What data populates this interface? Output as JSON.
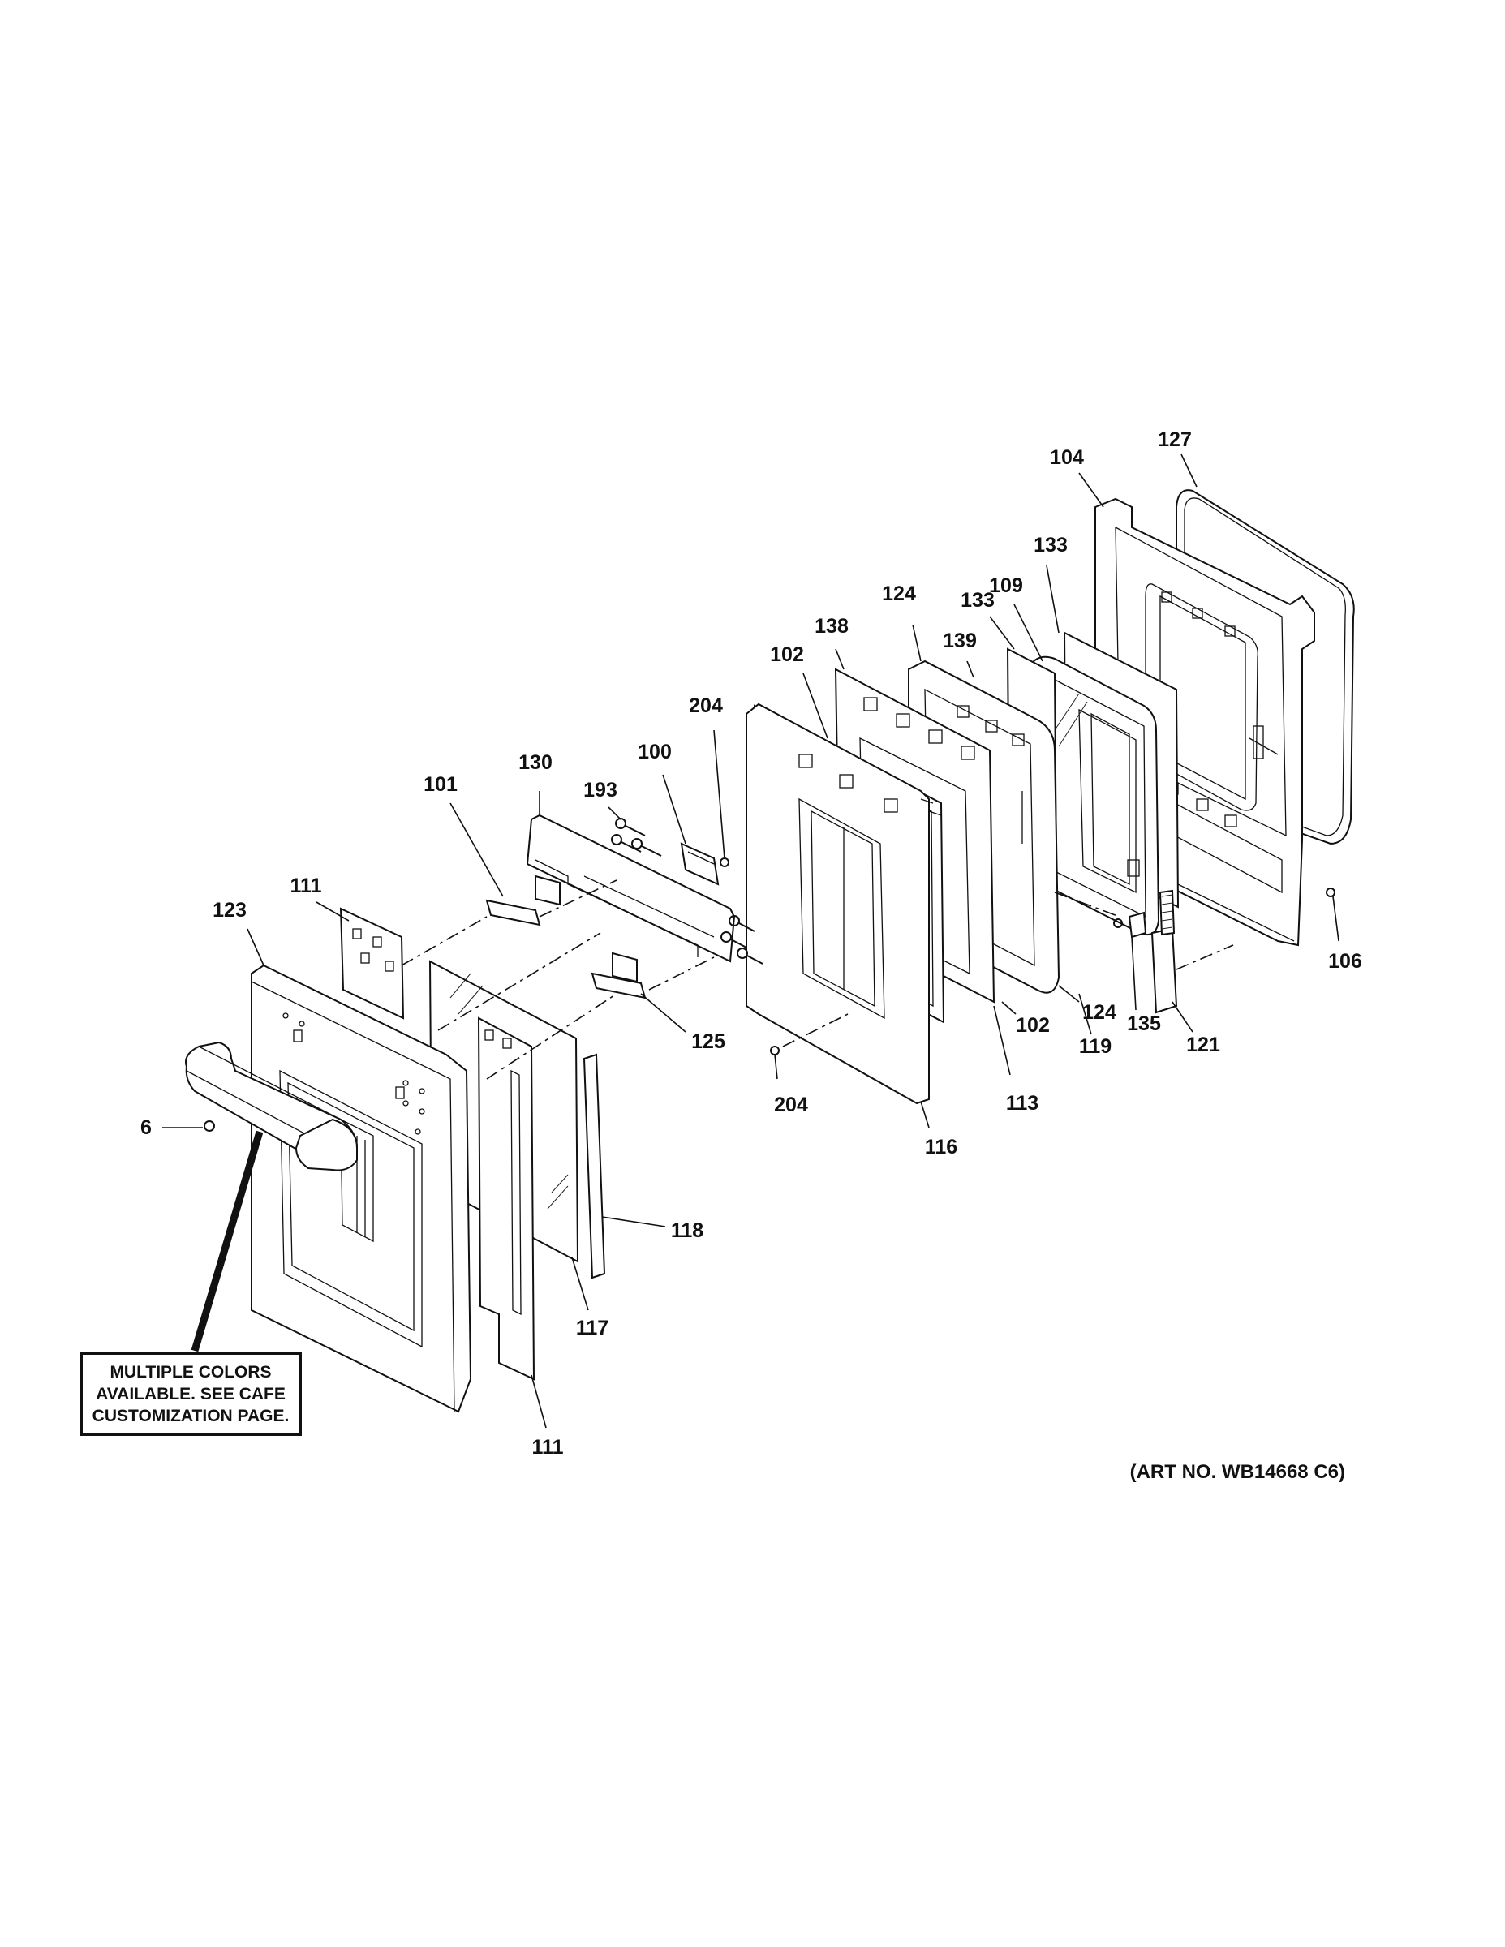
{
  "diagram": {
    "art_number": "(ART NO. WB14668 C6)",
    "note_lines": [
      "MULTIPLE COLORS",
      "AVAILABLE. SEE CAFE",
      "CUSTOMIZATION PAGE."
    ],
    "part_labels": {
      "p127": "127",
      "p104": "104",
      "p133a": "133",
      "p109": "109",
      "p133b": "133",
      "p124a": "124",
      "p139": "139",
      "p138": "138",
      "p102a": "102",
      "p204a": "204",
      "p100": "100",
      "p130": "130",
      "p193": "193",
      "p101": "101",
      "p111a": "111",
      "p123": "123",
      "p125": "125",
      "p6": "6",
      "p118": "118",
      "p117": "117",
      "p111b": "111",
      "p204b": "204",
      "p116": "116",
      "p113": "113",
      "p102b": "102",
      "p124b": "124",
      "p119": "119",
      "p135": "135",
      "p121": "121",
      "p106": "106"
    }
  }
}
